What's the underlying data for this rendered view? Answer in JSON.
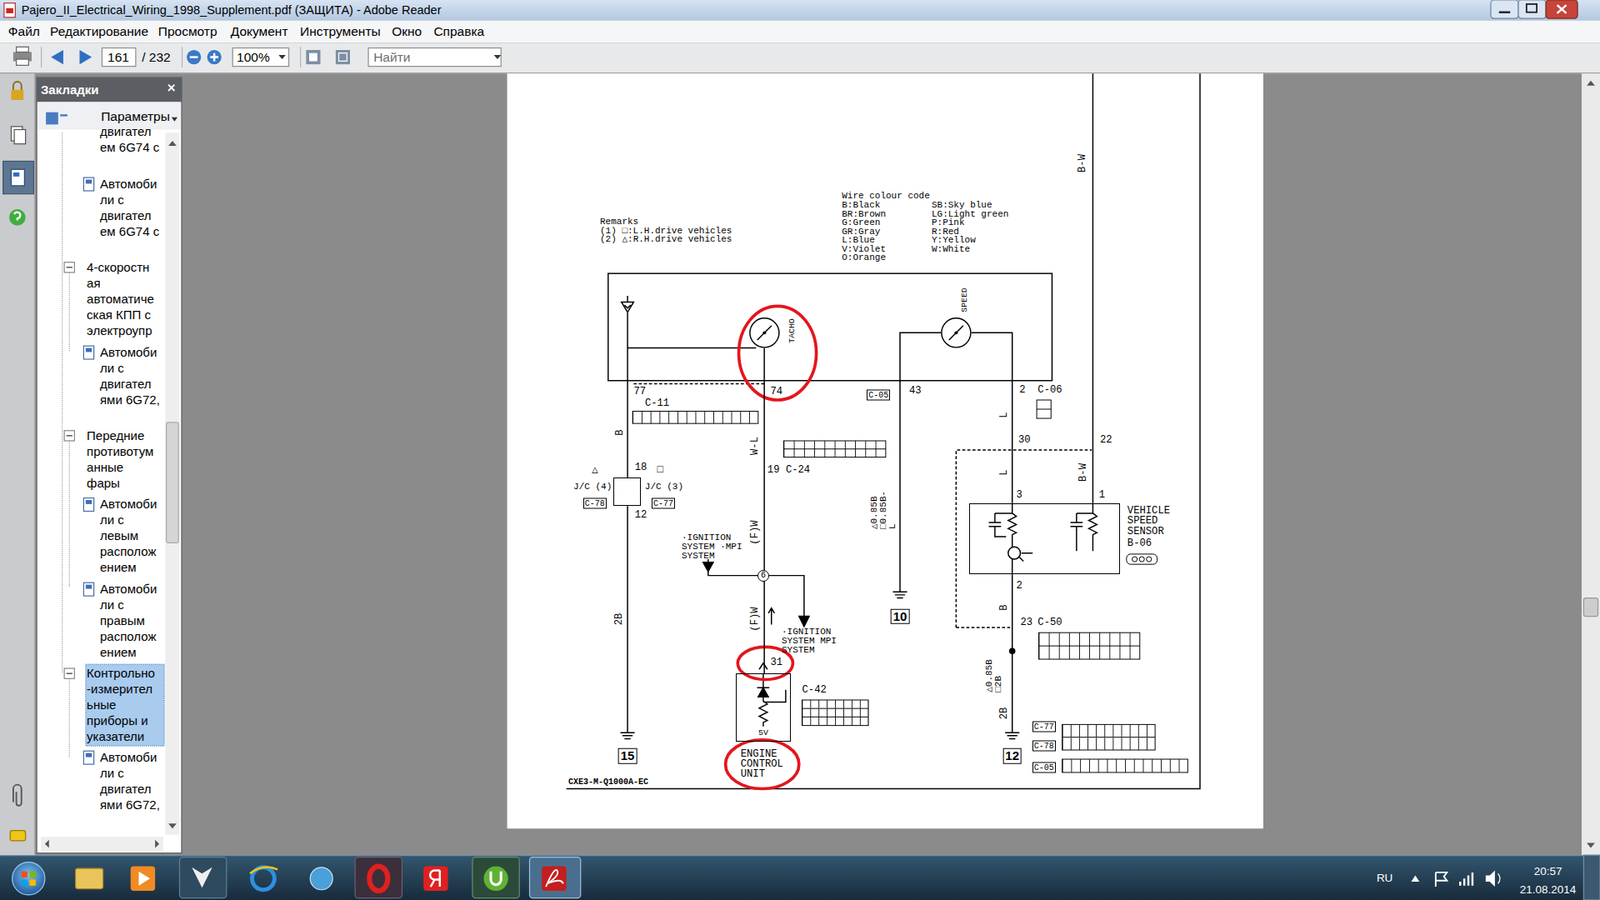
{
  "diagram": {
    "nodes": [
      {
        "text": [
          "TACHO"
        ]
      },
      {
        "text": [
          "SPEED"
        ]
      },
      {
        "text": [
          "J/C (4)",
          "J/C (3)"
        ]
      },
      {
        "text": [
          "VEHICLE SPEED SENSOR",
          "B-06"
        ]
      },
      {
        "text": [
          "10"
        ]
      },
      {
        "text": [
          "ENGINE CONTROL UNIT"
        ]
      },
      {
        "text": [
          "15"
        ]
      },
      {
        "text": [
          "12"
        ]
      }
    ],
    "edges": [
      {
        "from": 0,
        "to": 5,
        "arrow": "none"
      },
      {
        "from": 1,
        "to": 3,
        "arrow": "none"
      },
      {
        "from": 1,
        "to": 4,
        "arrow": "none"
      },
      {
        "from": 2,
        "to": 6,
        "arrow": "none"
      },
      {
        "from": 3,
        "to": 7,
        "arrow": "none"
      }
    ],
    "labels": [
      "Pajero_II_Electrical_Wiring_1998_Supplement.pdf (ЗАЩИТА) - Adobe Reader",
      "Файл",
      "Редактирование",
      "Просмотр",
      "Документ",
      "Инструменты",
      "Окно",
      "Справка",
      "161",
      "/ 232",
      "100%",
      "Найти",
      "Закладки",
      "Параметры",
      "двигател ем 6G74 с",
      "Автомоби ли с двигател ем 6G74 с",
      "4-скоростн ая автоматиче ская КПП с электроупр",
      "Автомоби ли с двигател ями 6G72,",
      "Передние противотум анные фары",
      "Автомоби ли с левым располож ением",
      "Автомоби ли с правым располож ением",
      "Контрольно -измерител ьные приборы и указатели",
      "Автомоби ли с двигател ями 6G72,",
      "RU",
      "20:57",
      "21.08.2014",
      "B-W",
      "Wire colour code",
      "B:Black",
      "BR:Brown",
      "G:Green",
      "GR:Gray",
      "L:Blue",
      "V:Violet",
      "O:Orange",
      "SB:Sky blue",
      "LG:Light green",
      "P:Pink",
      "R:Red",
      "Y:Yellow",
      "W:White",
      "Remarks",
      "(1) □:L.H.drive vehicles",
      "(2) △:R.H.drive vehicles",
      "77",
      "74",
      "C-05",
      "43",
      "2",
      "C-06",
      "C-11",
      "B",
      "W-L",
      "L",
      "30",
      "22",
      "19",
      "C-24",
      "18",
      "△",
      "□",
      "C-78",
      "C-77",
      "12",
      "L",
      "B-W",
      "3",
      "1",
      "△0.85B □0.85B-L",
      "(F)W",
      "·IGNITION SYSTEM ·MPI SYSTEM",
      "6",
      "·IGNITION SYSTEM MPI SYSTEM",
      "(F)W",
      "31",
      "C-42",
      "5V",
      "2B",
      "2",
      "B",
      "23",
      "C-50",
      "△0.85B □2B",
      "2B",
      "C-77",
      "C-78",
      "C-05",
      "CXE3-M-Q1000A-EC"
    ]
  }
}
